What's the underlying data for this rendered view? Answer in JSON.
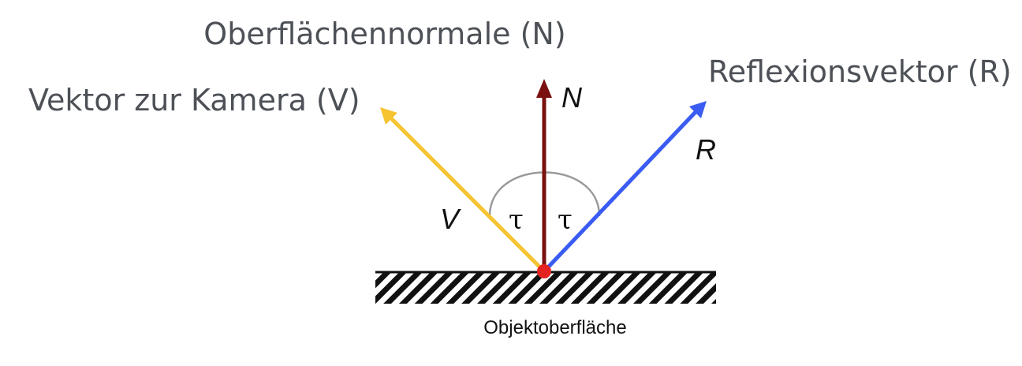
{
  "labels": {
    "normal_title": "Oberflächennormale (N)",
    "camera_title": "Vektor zur Kamera (V)",
    "reflection_title": "Reflexionsvektor (R)",
    "n_letter": "N",
    "r_letter": "R",
    "v_letter": "V",
    "tau_left": "τ",
    "tau_right": "τ",
    "surface": "Objektoberfläche"
  },
  "colors": {
    "normal": "#7a1010",
    "camera": "#f6c431",
    "reflection": "#3a5cf2",
    "arc": "#9a9a9a",
    "contact_point": "#e52222",
    "surface": "#111111",
    "heading_text": "#4d5157"
  }
}
